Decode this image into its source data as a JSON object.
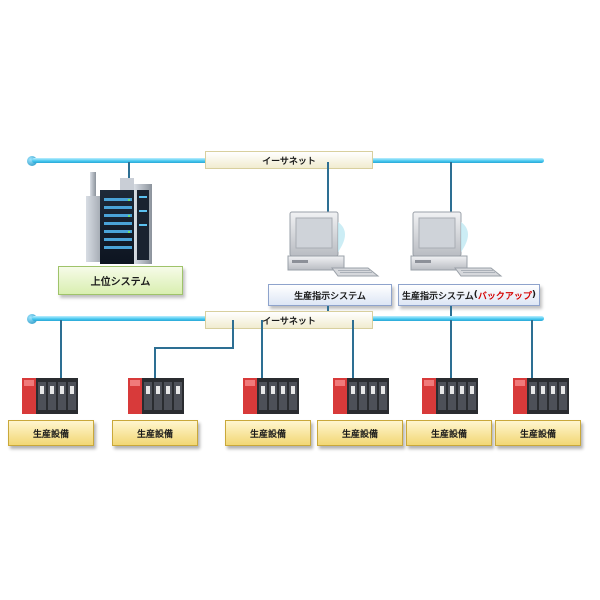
{
  "networks": {
    "upper": {
      "label": "イーサネット"
    },
    "lower": {
      "label": "イーサネット"
    }
  },
  "host_system": {
    "label": "上位システム"
  },
  "production_systems": [
    {
      "label": "生産指示システム",
      "suffix": ""
    },
    {
      "label": "生産指示システム",
      "suffix_paren_open": "(",
      "suffix": "バックアップ",
      "suffix_paren_close": ")"
    }
  ],
  "production_equipment": [
    {
      "label": "生産設備"
    },
    {
      "label": "生産設備"
    },
    {
      "label": "生産設備"
    },
    {
      "label": "生産設備"
    },
    {
      "label": "生産設備"
    },
    {
      "label": "生産設備"
    }
  ],
  "colors": {
    "bus": "#45c7ef",
    "connector": "#2d6f93",
    "equipment_label": "#f2d774",
    "host_label": "#d9efb0",
    "pis_label": "#dde6f5",
    "backup_text": "#d40000"
  }
}
